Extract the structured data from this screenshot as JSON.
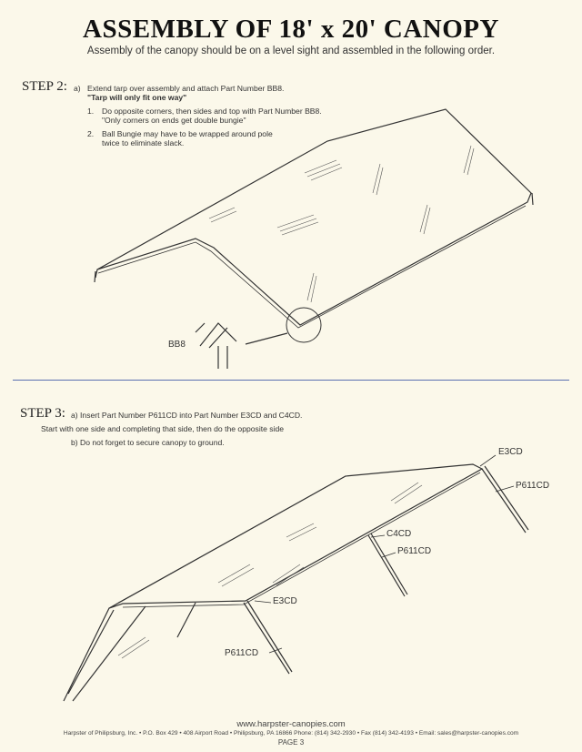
{
  "header": {
    "title": "ASSEMBLY OF 18' x 20' CANOPY",
    "subtitle": "Assembly of the canopy should be on a level sight and assembled in the following order."
  },
  "step2": {
    "label": "STEP 2:",
    "a_marker": "a)",
    "a_text": "Extend tarp over assembly and attach Part Number BB8.",
    "a_note": "\"Tarp will only fit one way\"",
    "items": [
      {
        "num": "1.",
        "line1": "Do opposite corners, then sides and top with Part Number BB8.",
        "line2": "\"Only corners on ends get double bungie\""
      },
      {
        "num": "2.",
        "line1": "Ball Bungie may have to be wrapped around pole",
        "line2": "twice to eliminate slack."
      }
    ],
    "callout": "BB8"
  },
  "step3": {
    "label": "STEP 3:",
    "a_text": "a) Insert Part Number P611CD into Part Number E3CD and C4CD.",
    "a_line2": "Start with one side and completing that side, then do the opposite side",
    "b_text": "b) Do not forget to secure canopy to ground.",
    "callouts": [
      "E3CD",
      "P611CD",
      "C4CD",
      "P611CD",
      "E3CD",
      "P611CD"
    ]
  },
  "footer": {
    "website": "www.harpster-canopies.com",
    "address": "Harpster of Philipsburg, Inc. • P.O. Box 429 • 408 Airport Road • Philipsburg, PA 16866     Phone: (814) 342-2930 • Fax (814) 342-4193 • Email: sales@harpster-canopies.com",
    "page": "PAGE 3"
  }
}
